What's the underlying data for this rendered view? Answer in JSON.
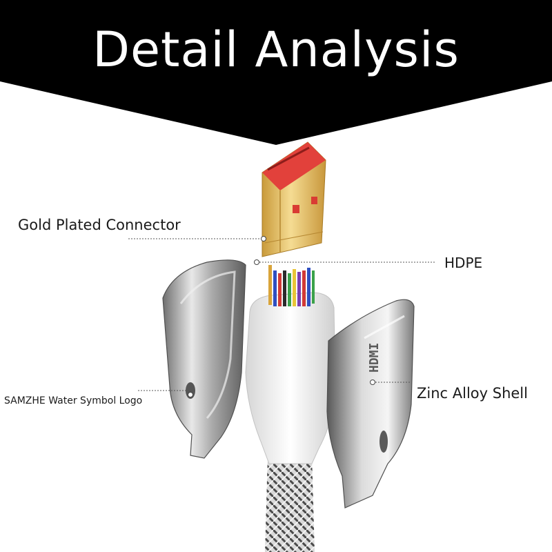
{
  "title": "Detail Analysis",
  "colors": {
    "banner": "#000000",
    "title_text": "#ffffff",
    "gold": "#e7c36a",
    "connector_tip": "#e2413b",
    "housing": "#f4f4f4",
    "metal": "#c9c9c9",
    "label_text": "#1a1a1a"
  },
  "callouts": {
    "gold_connector": "Gold Plated Connector",
    "hdpe": "HDPE",
    "water_logo": "SAMZHE Water Symbol  Logo",
    "zinc_shell": "Zinc Alloy Shell"
  },
  "shell_engraving": "HDMI"
}
